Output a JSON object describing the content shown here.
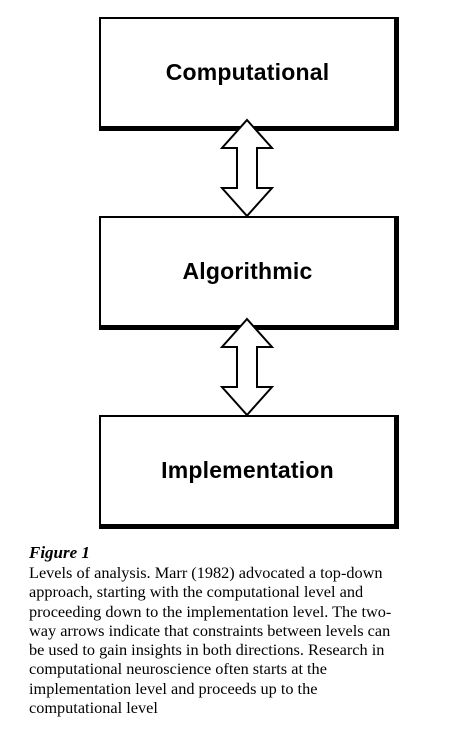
{
  "diagram": {
    "boxes": [
      {
        "label": "Computational"
      },
      {
        "label": "Algorithmic"
      },
      {
        "label": "Implementation"
      }
    ]
  },
  "caption": {
    "title": "Figure 1",
    "lines": [
      "Levels of analysis. Marr (1982) advocated a top-down",
      "approach, starting with the computational level and",
      "proceeding down to the implementation level. The two-",
      "way arrows indicate that constraints between levels can",
      "be used to gain insights in both directions. Research in",
      "computational neuroscience often starts at the",
      "implementation level and proceeds up to the",
      "computational level"
    ]
  }
}
